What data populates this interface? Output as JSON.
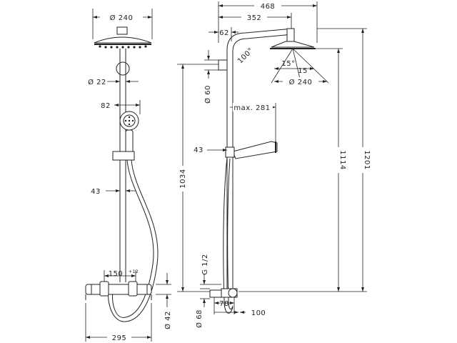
{
  "dimensions": {
    "left": {
      "head_diameter": "Ø 240",
      "arm_diameter": "Ø 22",
      "hand_shower_offset": "82",
      "rail_offset": "43",
      "valve_spacing": "150",
      "valve_spacing_tolerance": "+12",
      "connection_height": "Ø 42",
      "overall_width": "295"
    },
    "right": {
      "overall_projection": "468",
      "arm_projection": "352",
      "wall_offset": "62",
      "angle_main": "100°",
      "angle_a": "15°",
      "angle_b": "15",
      "head_diameter": "Ø 240",
      "bracket_diameter": "Ø 60",
      "max_reach": "max. 281",
      "rail_offset": "43",
      "height_head": "1034",
      "height_total_a": "1114",
      "height_total_b": "1201",
      "thread": "G 1/2",
      "inlet_diameter": "Ø 68",
      "inlet_offset": "78",
      "depth": "100"
    }
  },
  "colors": {
    "ink": "#222222",
    "background": "#ffffff"
  }
}
